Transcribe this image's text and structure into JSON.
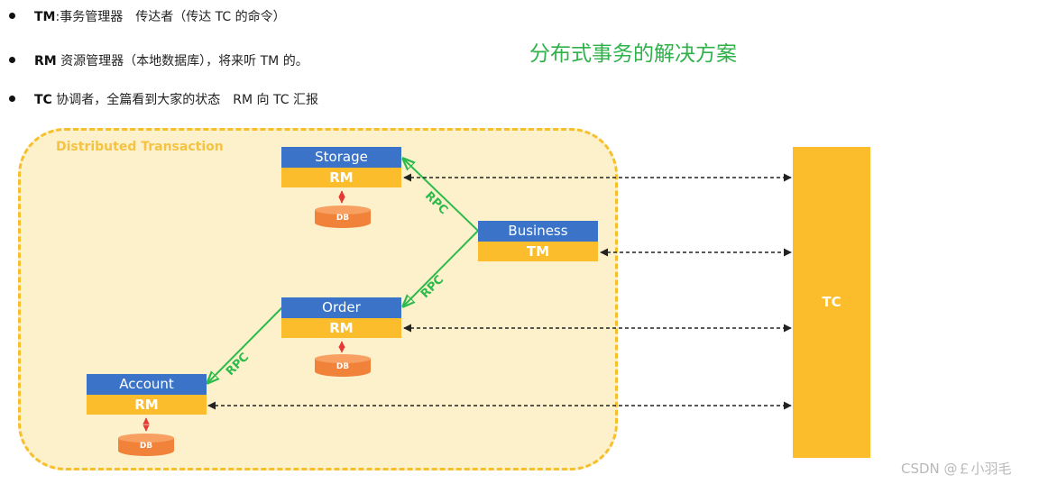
{
  "bullets": [
    {
      "term": "TM",
      "desc": ":事务管理器　传达者（传达 TC 的命令）"
    },
    {
      "term": "RM",
      "desc": " 资源管理器（本地数据库），将来听 TM 的。"
    },
    {
      "term": "TC",
      "desc": "  协调者，全篇看到大家的状态　RM 向 TC 汇报"
    }
  ],
  "headline": "分布式事务的解决方案",
  "region_label": "Distributed Transaction",
  "nodes": {
    "storage": {
      "name": "Storage",
      "role": "RM"
    },
    "business": {
      "name": "Business",
      "role": "TM"
    },
    "order": {
      "name": "Order",
      "role": "RM"
    },
    "account": {
      "name": "Account",
      "role": "RM"
    }
  },
  "db_label": "DB",
  "rpc_label": "RPC",
  "tc_label": "TC",
  "watermark": "CSDN @￡小羽毛",
  "colors": {
    "node_blue": "#3a73c8",
    "node_yellow": "#fbbd2c",
    "db_orange": "#f0823a",
    "rpc_green": "#2dbb4c",
    "region_fill": "#fdf1cc",
    "region_border": "#f7bf2c"
  }
}
